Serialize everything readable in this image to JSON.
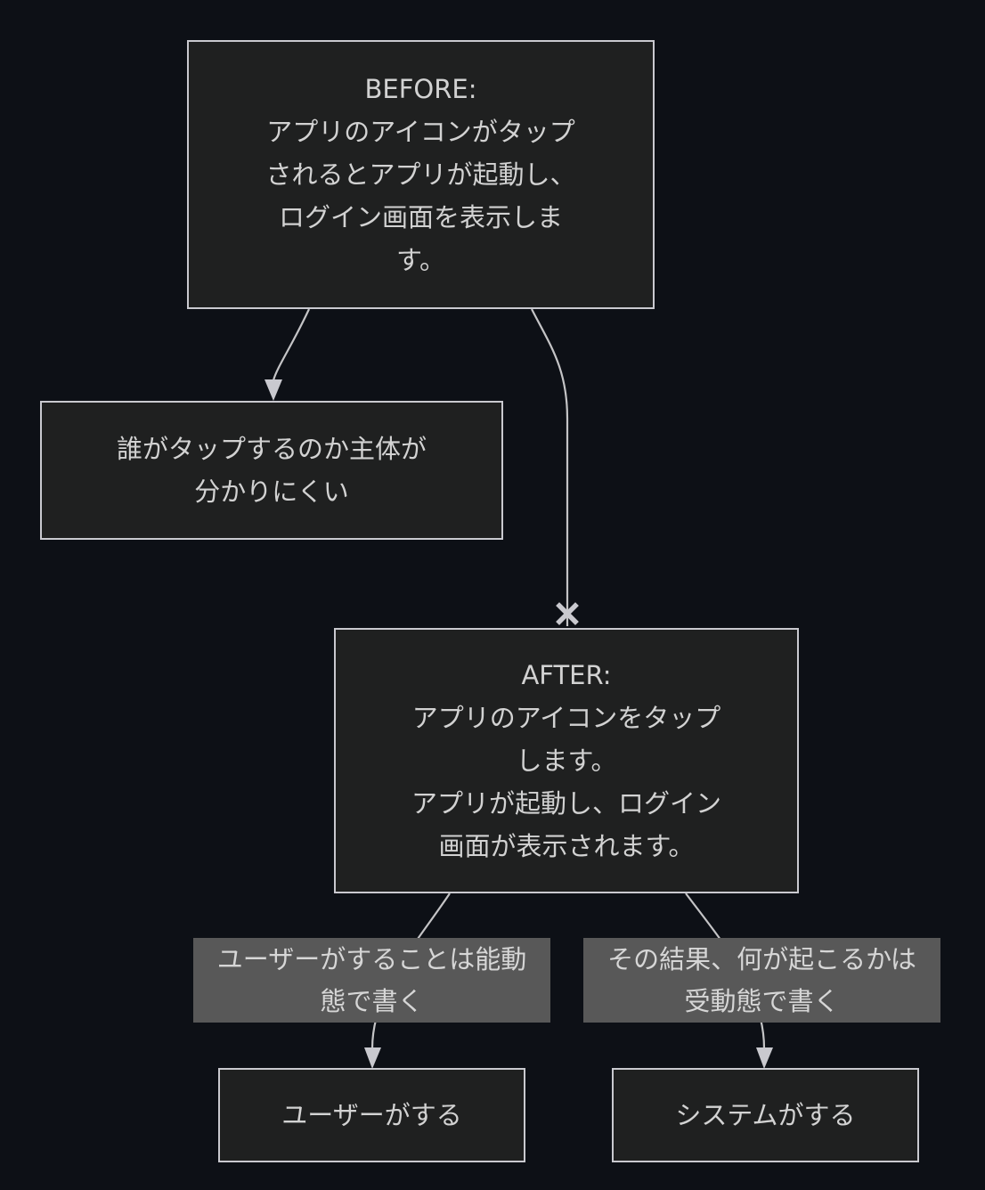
{
  "diagram": {
    "type": "flowchart",
    "colors": {
      "background": "#0d1016",
      "node_fill": "#1f2020",
      "node_border": "#c9c9cf",
      "node_text": "#d2d2d2",
      "edge_line": "#c4c4c6",
      "edge_label_bg": "#585858",
      "edge_label_text": "#d6d6d6"
    },
    "nodes": {
      "before": {
        "lines": [
          "BEFORE:",
          "アプリのアイコンがタップ",
          "されるとアプリが起動し、",
          "ログイン画面を表示しま",
          "す。"
        ]
      },
      "critique": {
        "lines": [
          "誰がタップするのか主体が",
          "分かりにくい"
        ]
      },
      "after": {
        "lines": [
          "AFTER:",
          "アプリのアイコンをタップ",
          "します。",
          "アプリが起動し、ログイン",
          "画面が表示されます。"
        ]
      },
      "user_action": {
        "lines": [
          "ユーザーがする"
        ]
      },
      "system_action": {
        "lines": [
          "システムがする"
        ]
      }
    },
    "edge_labels": {
      "active_voice": {
        "lines": [
          "ユーザーがすることは能動",
          "態で書く"
        ]
      },
      "passive_voice": {
        "lines": [
          "その結果、何が起こるかは",
          "受動態で書く"
        ]
      }
    },
    "edges": [
      {
        "from": "before",
        "to": "critique",
        "marker": "arrow"
      },
      {
        "from": "before",
        "to": "after",
        "marker": "cross"
      },
      {
        "from": "after",
        "to": "user_action",
        "marker": "arrow",
        "label": "active_voice"
      },
      {
        "from": "after",
        "to": "system_action",
        "marker": "arrow",
        "label": "passive_voice"
      }
    ]
  }
}
